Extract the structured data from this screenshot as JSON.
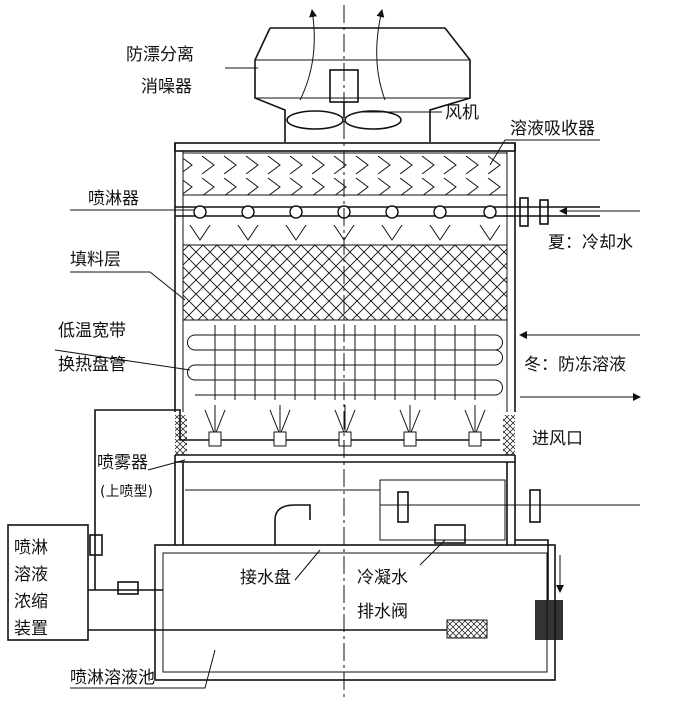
{
  "labels": {
    "separator_1": "防漂分离",
    "separator_2": "消噪器",
    "fan": "风机",
    "absorber": "溶液吸收器",
    "sprinkler": "喷淋器",
    "summer": "夏：冷却水",
    "fill": "填料层",
    "coil_1": "低温宽带",
    "coil_2": "换热盘管",
    "winter": "冬：防冻溶液",
    "air_inlet": "进风口",
    "atomizer": "喷雾器",
    "atomizer_type": "(上喷型)",
    "drip_tray": "接水盘",
    "condensate": "冷凝水",
    "drain_valve": "排水阀",
    "concentrator_1": "喷淋",
    "concentrator_2": "溶液",
    "concentrator_3": "浓缩",
    "concentrator_4": "装置",
    "pool": "喷淋溶液池"
  }
}
